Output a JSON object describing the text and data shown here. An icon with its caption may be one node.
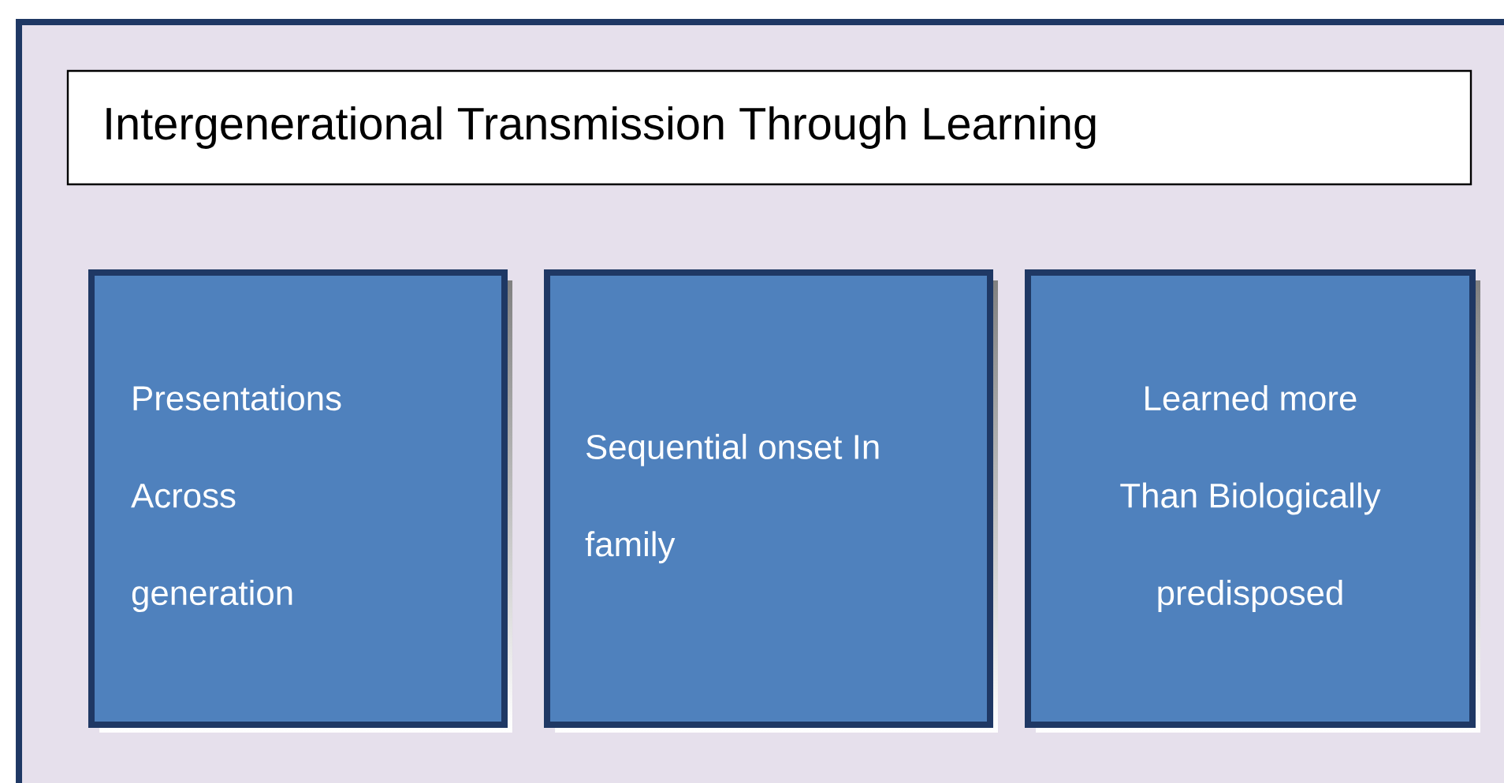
{
  "diagram": {
    "nodes": [
      {
        "text": [
          "Intergenerational Transmission Through Learning"
        ]
      },
      {
        "text": [
          "Presentations Across generation"
        ]
      },
      {
        "text": [
          "Sequential onset In family"
        ]
      },
      {
        "text": [
          "Learned more Than Biologically predisposed"
        ]
      }
    ]
  }
}
